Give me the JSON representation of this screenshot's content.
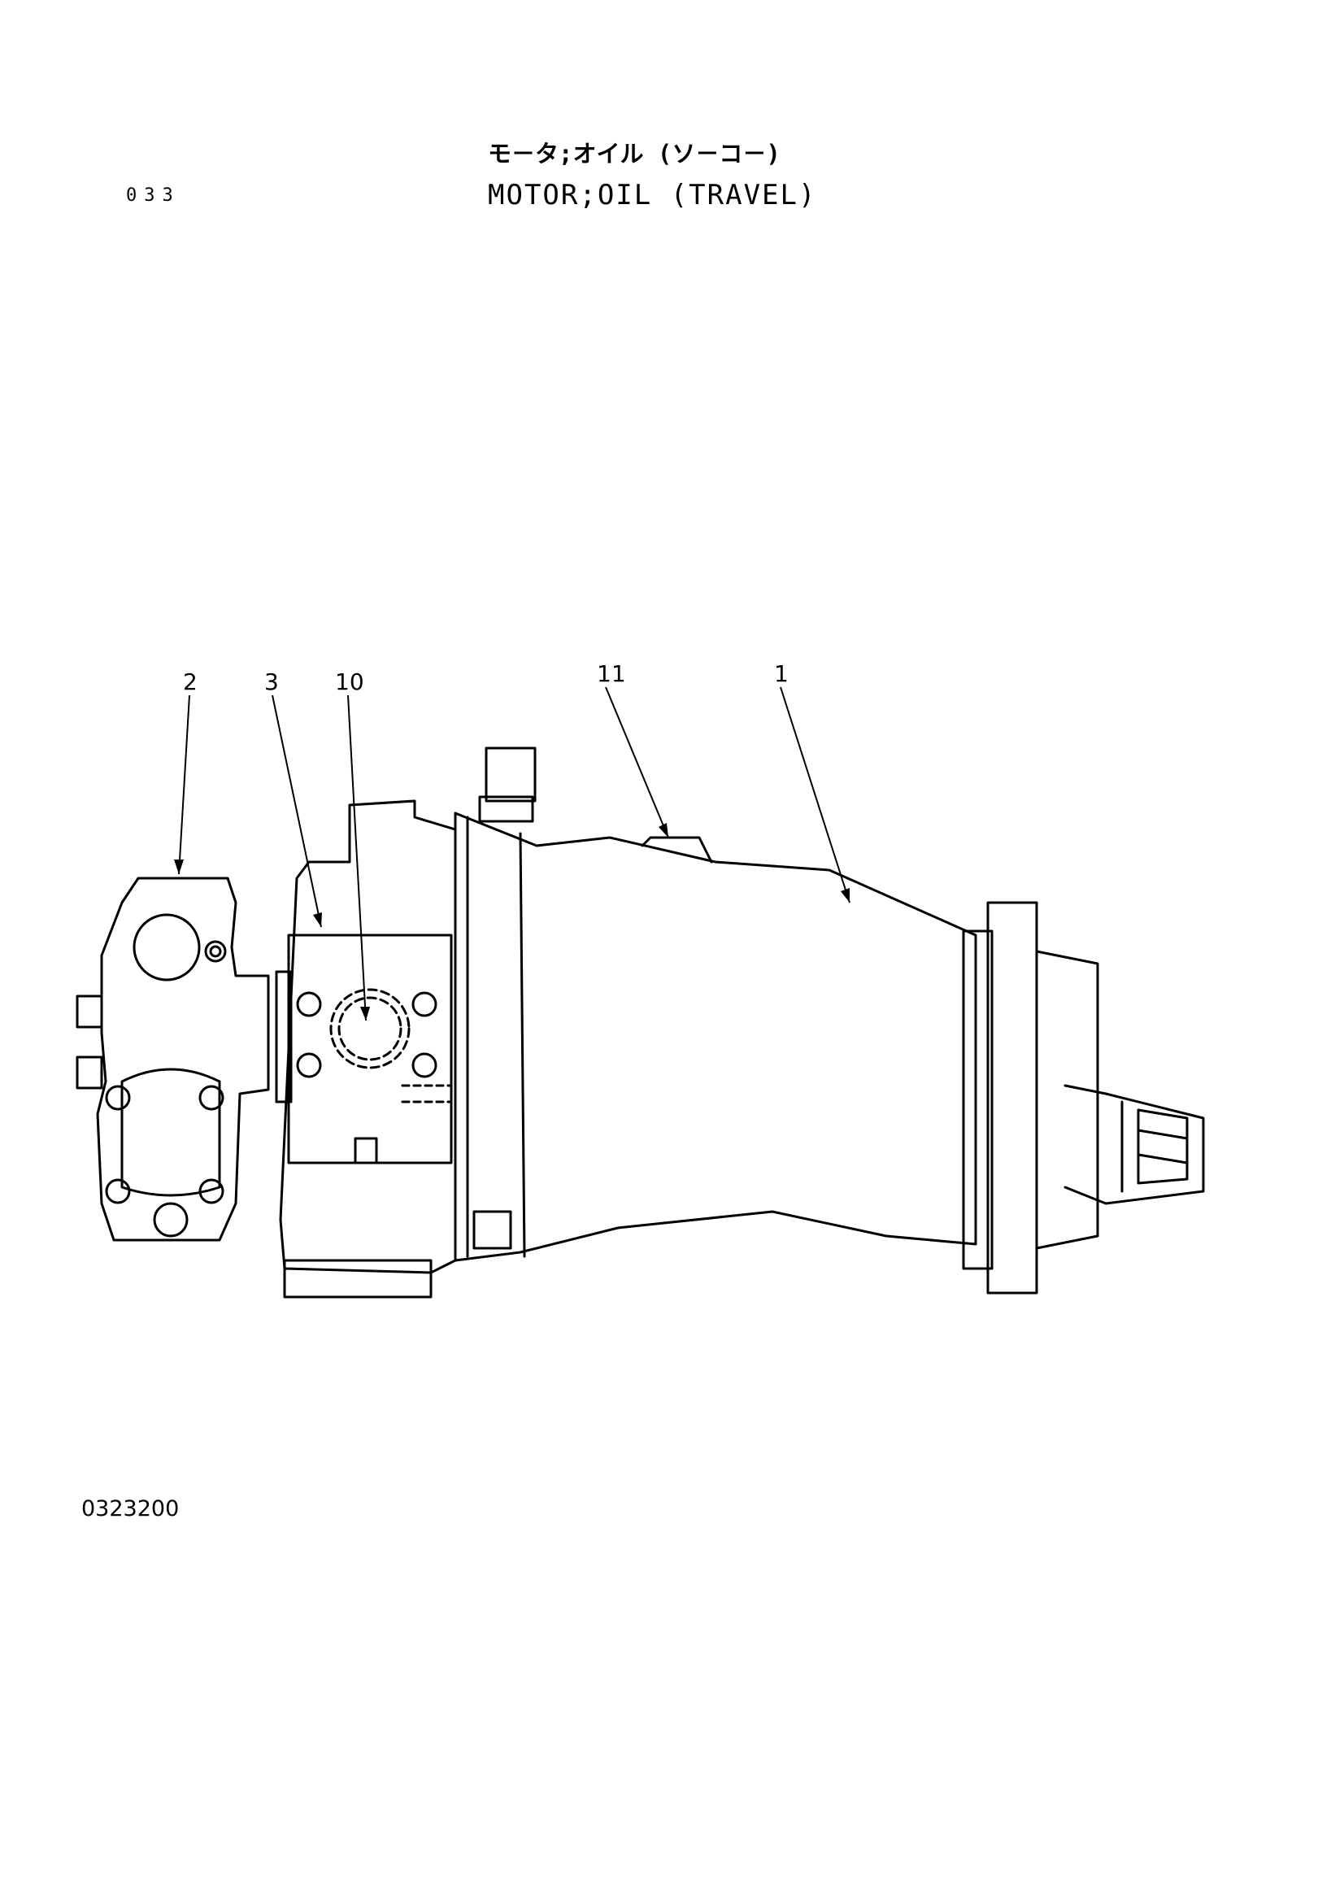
{
  "header": {
    "page_number": "033",
    "title_jp": "モ－タ;オイル (ソ－コ－)",
    "title_en": "MOTOR;OIL (TRAVEL)"
  },
  "figure_number": "0323200",
  "callouts": [
    "2",
    "3",
    "10",
    "11",
    "1"
  ]
}
